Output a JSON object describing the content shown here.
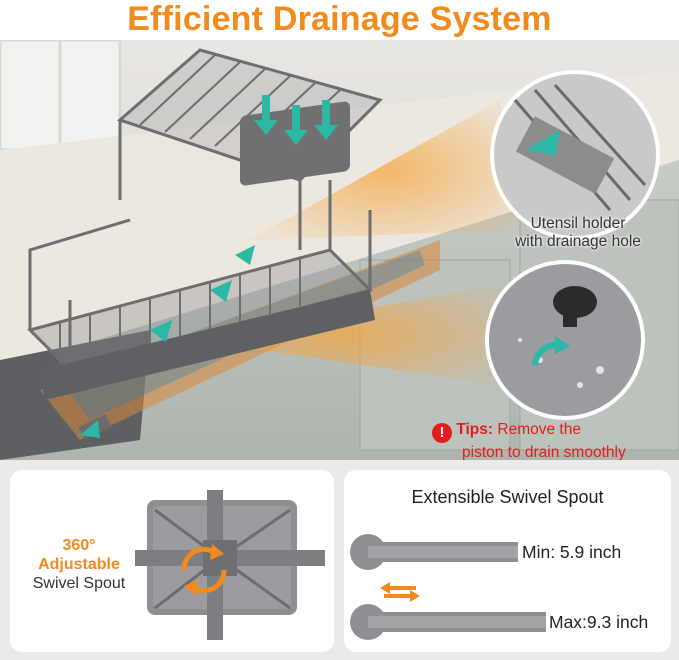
{
  "title": "Efficient Drainage System",
  "callouts": {
    "utensil_holder_line1": "Utensil holder",
    "utensil_holder_line2": "with drainage hole"
  },
  "tips": {
    "label": "Tips:",
    "text_line1": "Remove the",
    "text_line2": "piston to drain smoothly"
  },
  "swivel_panel": {
    "degree": "360°",
    "line2": "Adjustable",
    "line3": "Swivel Spout"
  },
  "extensible_panel": {
    "title": "Extensible Swivel Spout",
    "min_label": "Min: 5.9 inch",
    "max_label": "Max:9.3 inch"
  },
  "colors": {
    "accent": "#f28a1c",
    "warning": "#e21d1d",
    "rack_gray": "#6e6e70",
    "arrow_teal": "#2bb8a4"
  },
  "icons": [
    "warning-icon",
    "swap-arrows-icon",
    "rotate-arrows-icon"
  ]
}
